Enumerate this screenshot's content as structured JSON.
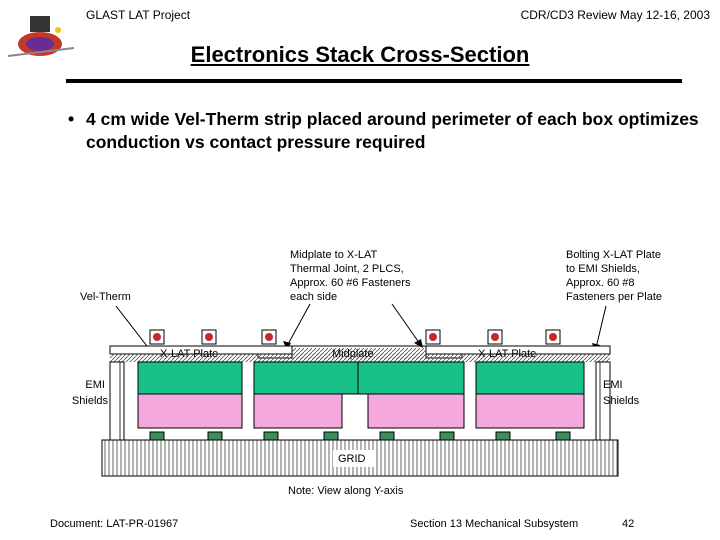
{
  "header": {
    "project": "GLAST LAT Project",
    "review": "CDR/CD3 Review May 12-16, 2003"
  },
  "title": "Electronics Stack Cross-Section",
  "bullet": {
    "dot": "•",
    "text": "4 cm wide Vel-Therm strip placed around perimeter of each box optimizes conduction vs contact pressure required"
  },
  "diagram": {
    "callout_midplate": [
      "Midplate to X-LAT",
      "Thermal Joint, 2 PLCS,",
      "Approx. 60 #6 Fasteners",
      "each side"
    ],
    "callout_bolting": [
      "Bolting X-LAT Plate",
      "to EMI Shields,",
      "Approx. 60 #8",
      "Fasteners per Plate"
    ],
    "vel_therm": "Vel-Therm",
    "xlat_plate_left": "X-LAT Plate",
    "midplate": "Midplate",
    "xlat_plate_right": "X-LAT Plate",
    "emi_left": [
      "EMI",
      "Shields"
    ],
    "emi_right": [
      "EMI",
      "Shields"
    ],
    "grid": "GRID",
    "note": "Note: View along Y-axis",
    "colors": {
      "box_green": "#19c08a",
      "box_pink": "#f5a8dc",
      "fastener_red": "#c62828",
      "foot_green": "#3a8f5a"
    }
  },
  "footer": {
    "document": "Document:  LAT-PR-01967",
    "section": "Section 13   Mechanical Subsystem",
    "page": "42"
  }
}
